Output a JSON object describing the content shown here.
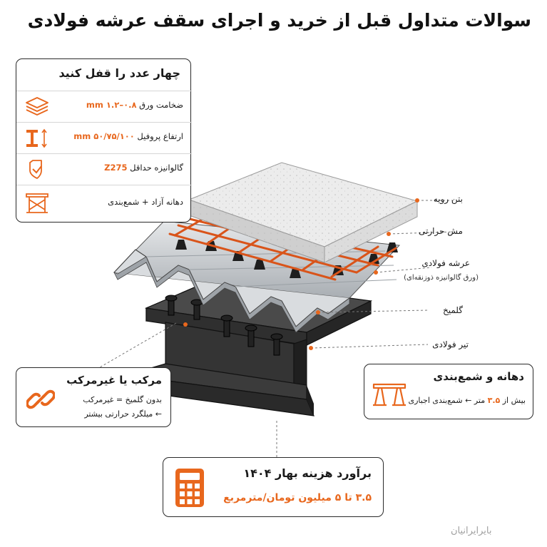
{
  "title": "سوالات متداول قبل از خرید و اجرای سقف عرشه فولادی",
  "spec_card": {
    "title": "چهار عدد را قفل کنید",
    "rows": [
      {
        "label": "ضخامت ورق",
        "value": "۰.۸–۱.۲ mm",
        "icon": "layered-sheets-icon"
      },
      {
        "label": "ارتفاع پروفیل",
        "value": "۵۰/۷۵/۱۰۰ mm",
        "icon": "i-beam-height-icon"
      },
      {
        "label": "گالوانیزه حداقل",
        "value": "Z275",
        "icon": "shield-check-icon"
      },
      {
        "label": "دهانه آزاد + شمع‌بندی",
        "value": "",
        "icon": "shoring-frame-icon"
      }
    ]
  },
  "layers": {
    "concrete": "بتن رویه",
    "mesh": "مش حرارتی",
    "deck": "عرشه فولادی",
    "deck_sub": "(ورق گالوانیزه ذوزنقه‌ای)",
    "studs": "گلمیخ",
    "beam": "تیر فولادی"
  },
  "composite_card": {
    "title": "مرکب یا غیرمرکب",
    "line1": "بدون گلمیخ = غیرمرکب",
    "line2": "← میلگرد حرارتی بیشتر"
  },
  "span_card": {
    "title": "دهانه و شمع‌بندی",
    "line_prefix": "بیش از",
    "line_value": "۳.۵",
    "line_suffix": "متر ← شمع‌بندی اجباری"
  },
  "cost_card": {
    "title": "برآورد هزینه بهار ۱۴۰۴",
    "value_a": "۳.۵",
    "joiner": "تا",
    "value_b": "۵",
    "unit": "میلیون تومان/مترمربع"
  },
  "watermark": "بایرایرانیان",
  "colors": {
    "accent": "#e8671d",
    "border": "#2a2a2a",
    "steel": "#2b2b2b",
    "deck": "#c9cdd1",
    "concrete": "#e3e3e3"
  }
}
